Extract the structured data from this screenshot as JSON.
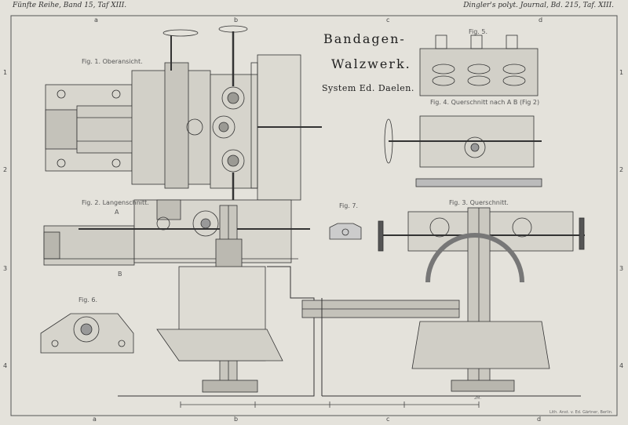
{
  "header": {
    "left": "Fünfte Reihe, Band 15, Taf XIII.",
    "right": "Dingler's polyt. Journal, Bd. 215, Taf. XIII."
  },
  "title": {
    "line1": "Bandagen-",
    "line2": "Walzwerk.",
    "line3": "System Ed. Daelen."
  },
  "figures": {
    "fig1": "Fig. 1. Oberansicht.",
    "fig2": "Fig. 2. Langenschnitt.",
    "fig3": "Fig. 3. Querschnitt.",
    "fig4": "Fig. 4. Querschnitt nach A B (Fig 2)",
    "fig5": "Fig. 5.",
    "fig6": "Fig. 6.",
    "fig7": "Fig. 7."
  },
  "edge_labels": {
    "top": [
      "a",
      "b",
      "c",
      "d"
    ],
    "bottom": [
      "a",
      "b",
      "c",
      "d"
    ],
    "left": [
      "1",
      "2",
      "3",
      "4"
    ],
    "right": [
      "1",
      "2",
      "3",
      "4"
    ]
  },
  "section_marks": [
    "A",
    "B"
  ],
  "scale_label": "2M.",
  "credit": "Lith. Anst. v. Ed. Gärtner, Berlin."
}
